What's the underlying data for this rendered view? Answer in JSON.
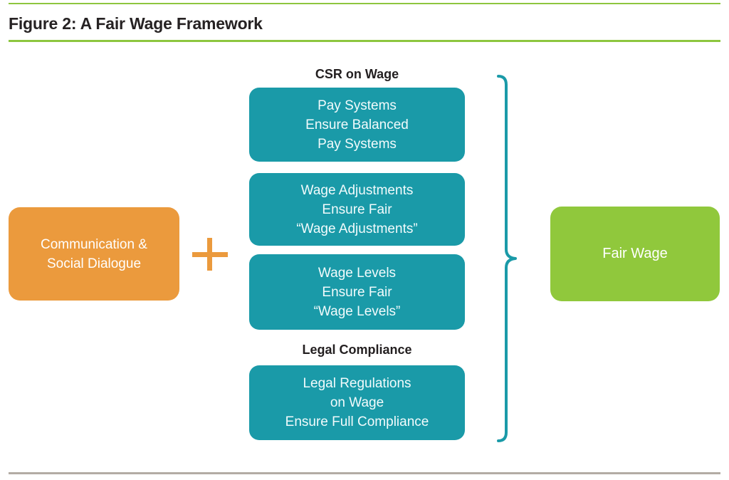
{
  "title": "Figure 2: A Fair Wage Framework",
  "colors": {
    "teal": "#1a9aa8",
    "orange": "#eb9a3d",
    "green": "#90c83c",
    "rule_green": "#8dc63f",
    "rule_gray": "#b3aca4",
    "text_dark": "#231f20",
    "box_text": "#ffffff"
  },
  "left_box": {
    "lines": [
      "Communication &",
      "Social Dialogue"
    ]
  },
  "plus_sign": "+",
  "middle": {
    "csr_label": "CSR on Wage",
    "legal_label": "Legal Compliance",
    "boxes": [
      {
        "lines": [
          "Pay Systems",
          "Ensure Balanced",
          "Pay Systems"
        ]
      },
      {
        "lines": [
          "Wage Adjustments",
          "Ensure Fair",
          "“Wage Adjustments”"
        ]
      },
      {
        "lines": [
          "Wage Levels",
          "Ensure Fair",
          "“Wage Levels”"
        ]
      },
      {
        "lines": [
          "Legal Regulations",
          "on Wage",
          "Ensure Full Compliance"
        ]
      }
    ]
  },
  "result": {
    "label": "Fair Wage"
  }
}
